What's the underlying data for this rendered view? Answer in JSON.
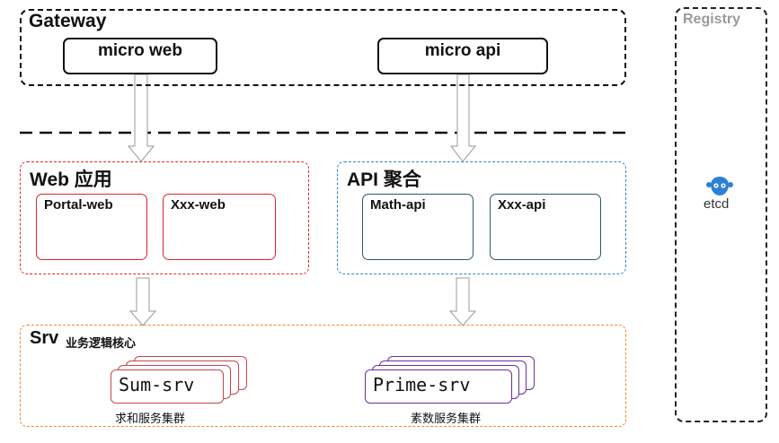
{
  "gateway": {
    "title": "Gateway",
    "micro_web": "micro web",
    "micro_api": "micro api"
  },
  "registry": {
    "title": "Registry",
    "etcd_label": "etcd"
  },
  "web": {
    "title": "Web 应用",
    "portal_web": "Portal-web",
    "xxx_web": "Xxx-web"
  },
  "api": {
    "title": "API 聚合",
    "math_api": "Math-api",
    "xxx_api": "Xxx-api"
  },
  "srv": {
    "title": "Srv",
    "subtitle": "业务逻辑核心",
    "sum_srv": "Sum-srv",
    "sum_caption": "求和服务集群",
    "prime_srv": "Prime-srv",
    "prime_caption": "素数服务集群"
  },
  "colors": {
    "web_red": "#d9262c",
    "api_blue": "#2f86c8",
    "srv_orange": "#e8892a",
    "api_box_teal": "#2b5a66",
    "sum_stack_red": "#c8454a",
    "prime_stack_purple": "#6a2fa0",
    "registry_title_gray": "#9a9a9a",
    "etcd_blue": "#2e7fd6"
  }
}
